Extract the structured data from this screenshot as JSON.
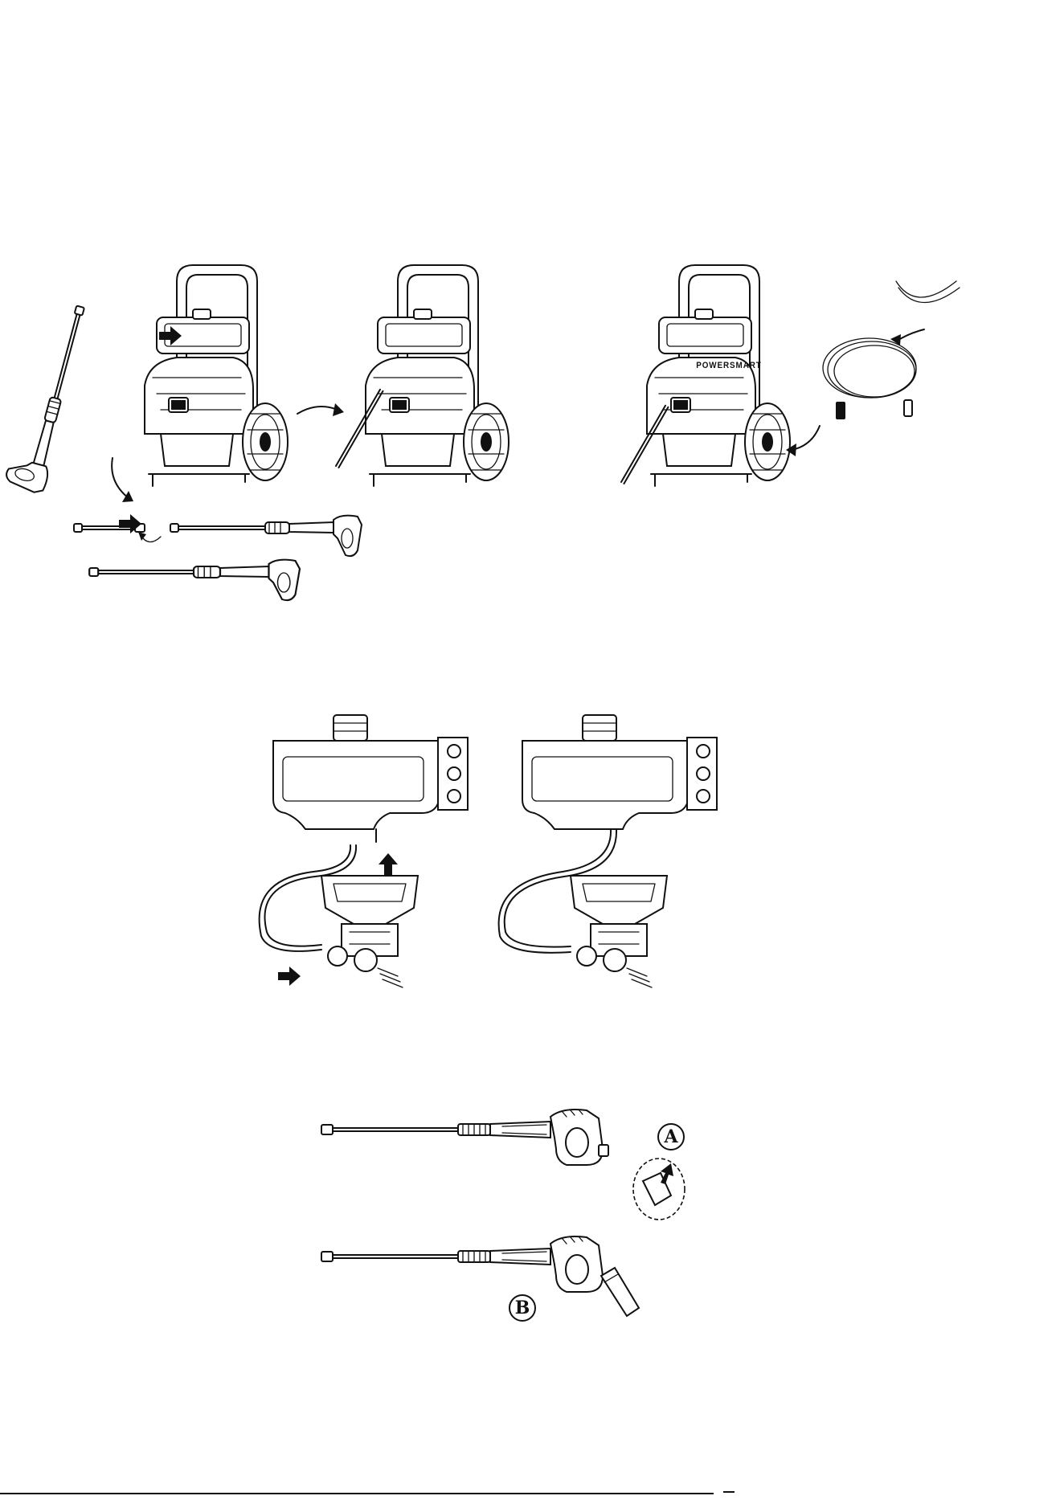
{
  "figures": {
    "wand_gun_labels": {
      "a": "A",
      "b": "B"
    },
    "engine_brand": "POWERSMART"
  },
  "icons": [
    "arrow-icon",
    "curved-arrow-icon",
    "rotate-arrow-icon"
  ]
}
